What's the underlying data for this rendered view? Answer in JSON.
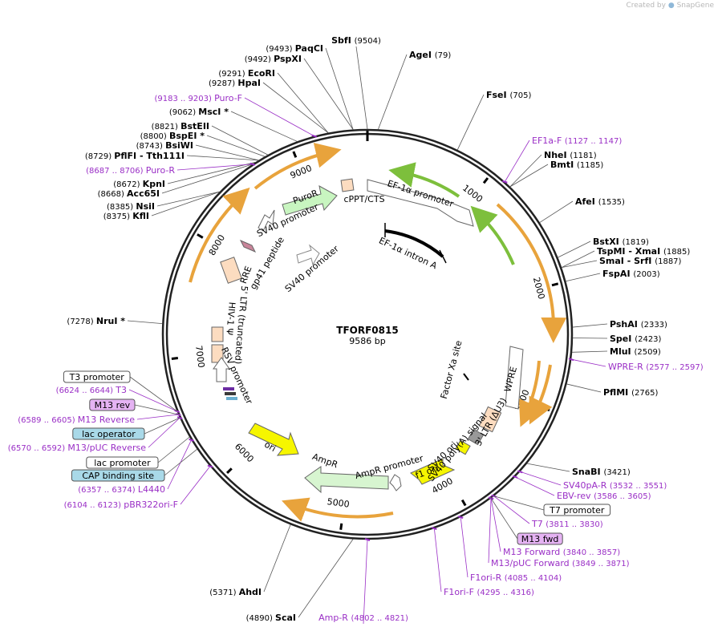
{
  "header": {
    "credit": "Created by",
    "brand": "SnapGene"
  },
  "plasmid": {
    "name": "TFORF0815",
    "length_label": "9586 bp",
    "length": 9586
  },
  "ticks": [
    "1000",
    "2000",
    "3000",
    "4000",
    "5000",
    "6000",
    "7000",
    "8000",
    "9000"
  ],
  "enzymes": [
    {
      "name": "SbfI",
      "pos": "(9504)"
    },
    {
      "name": "AgeI",
      "pos": "(79)"
    },
    {
      "name": "FseI",
      "pos": "(705)"
    },
    {
      "name": "NheI",
      "pos": "(1181)"
    },
    {
      "name": "BmtI",
      "pos": "(1185)"
    },
    {
      "name": "AfeI",
      "pos": "(1535)"
    },
    {
      "name": "BstXI",
      "pos": "(1819)"
    },
    {
      "name": "TspMI  -  XmaI",
      "pos": "(1885)"
    },
    {
      "name": "SmaI  -  SrfI",
      "pos": "(1887)"
    },
    {
      "name": "FspAI",
      "pos": "(2003)"
    },
    {
      "name": "PshAI",
      "pos": "(2333)"
    },
    {
      "name": "SpeI",
      "pos": "(2423)"
    },
    {
      "name": "MluI",
      "pos": "(2509)"
    },
    {
      "name": "PflMI",
      "pos": "(2765)"
    },
    {
      "name": "SnaBI",
      "pos": "(3421)"
    },
    {
      "name": "ScaI",
      "pos": "(4890)"
    },
    {
      "name": "AhdI",
      "pos": "(5371)"
    },
    {
      "name": "NruI *",
      "pos": "(7278)"
    },
    {
      "name": "KflI",
      "pos": "(8375)"
    },
    {
      "name": "NsiI",
      "pos": "(8385)"
    },
    {
      "name": "Acc65I",
      "pos": "(8668)"
    },
    {
      "name": "KpnI",
      "pos": "(8672)"
    },
    {
      "name": "PflFI  -  Tth111I",
      "pos": "(8729)"
    },
    {
      "name": "BsiWI",
      "pos": "(8743)"
    },
    {
      "name": "BspEI *",
      "pos": "(8800)"
    },
    {
      "name": "BstEII",
      "pos": "(8821)"
    },
    {
      "name": "MscI *",
      "pos": "(9062)"
    },
    {
      "name": "HpaI",
      "pos": "(9287)"
    },
    {
      "name": "EcoRI",
      "pos": "(9291)"
    },
    {
      "name": "PspXI",
      "pos": "(9492)"
    },
    {
      "name": "PaqCI",
      "pos": "(9493)"
    }
  ],
  "primers": [
    {
      "name": "EF1a-F",
      "pos": "(1127 .. 1147)"
    },
    {
      "name": "WPRE-R",
      "pos": "(2577 .. 2597)"
    },
    {
      "name": "SV40pA-R",
      "pos": "(3532 .. 3551)"
    },
    {
      "name": "EBV-rev",
      "pos": "(3586 .. 3605)"
    },
    {
      "name": "T7",
      "pos": "(3811 .. 3830)"
    },
    {
      "name": "M13 Forward",
      "pos": "(3840 .. 3857)"
    },
    {
      "name": "M13/pUC Forward",
      "pos": "(3849 .. 3871)"
    },
    {
      "name": "F1ori-R",
      "pos": "(4085 .. 4104)"
    },
    {
      "name": "F1ori-F",
      "pos": "(4295 .. 4316)"
    },
    {
      "name": "Amp-R",
      "pos": "(4802 .. 4821)"
    },
    {
      "name": "pBR322ori-F",
      "pos": "(6104 .. 6123)"
    },
    {
      "name": "L4440",
      "pos": "(6357 .. 6374)"
    },
    {
      "name": "M13/pUC Reverse",
      "pos": "(6570 .. 6592)"
    },
    {
      "name": "M13 Reverse",
      "pos": "(6589 .. 6605)"
    },
    {
      "name": "T3",
      "pos": "(6624 .. 6644)"
    },
    {
      "name": "Puro-R",
      "pos": "(8687 .. 8706)"
    },
    {
      "name": "Puro-F",
      "pos": "(9183 .. 9203)"
    }
  ],
  "boxed_features": [
    "T7 promoter",
    "M13 fwd",
    "T3 promoter",
    "M13 rev",
    "lac operator",
    "lac promoter",
    "CAP binding site"
  ],
  "features": [
    {
      "name": "cPPT/CTS"
    },
    {
      "name": "EF-1α promoter"
    },
    {
      "name": "EF-1α intron A"
    },
    {
      "name": "PuroR"
    },
    {
      "name": "SV40 promoter"
    },
    {
      "name": "SV40 promoter"
    },
    {
      "name": "gp41 peptide"
    },
    {
      "name": "RRE"
    },
    {
      "name": "5' LTR (truncated)"
    },
    {
      "name": "HIV-1 Ψ"
    },
    {
      "name": "RSV promoter"
    },
    {
      "name": "Factor Xa site"
    },
    {
      "name": "WPRE"
    },
    {
      "name": "3' LTR (ΔU3)"
    },
    {
      "name": "SV40 poly(A) signal"
    },
    {
      "name": "SV40 ori"
    },
    {
      "name": "f1 ori"
    },
    {
      "name": "AmpR promoter"
    },
    {
      "name": "AmpR"
    },
    {
      "name": "ori"
    }
  ],
  "colors": {
    "primer": "#9a2fc6",
    "orf_orange": "#e8a33c",
    "orf_green": "#7dbf3c",
    "puro_fill": "#c8f5c0",
    "ampr_fill": "#d7f5d0",
    "ori_yellow": "#f6f600",
    "ltr_fill": "#fcdcc0",
    "box_blue": "#a9d9e8",
    "box_violet": "#e5b3f3"
  }
}
